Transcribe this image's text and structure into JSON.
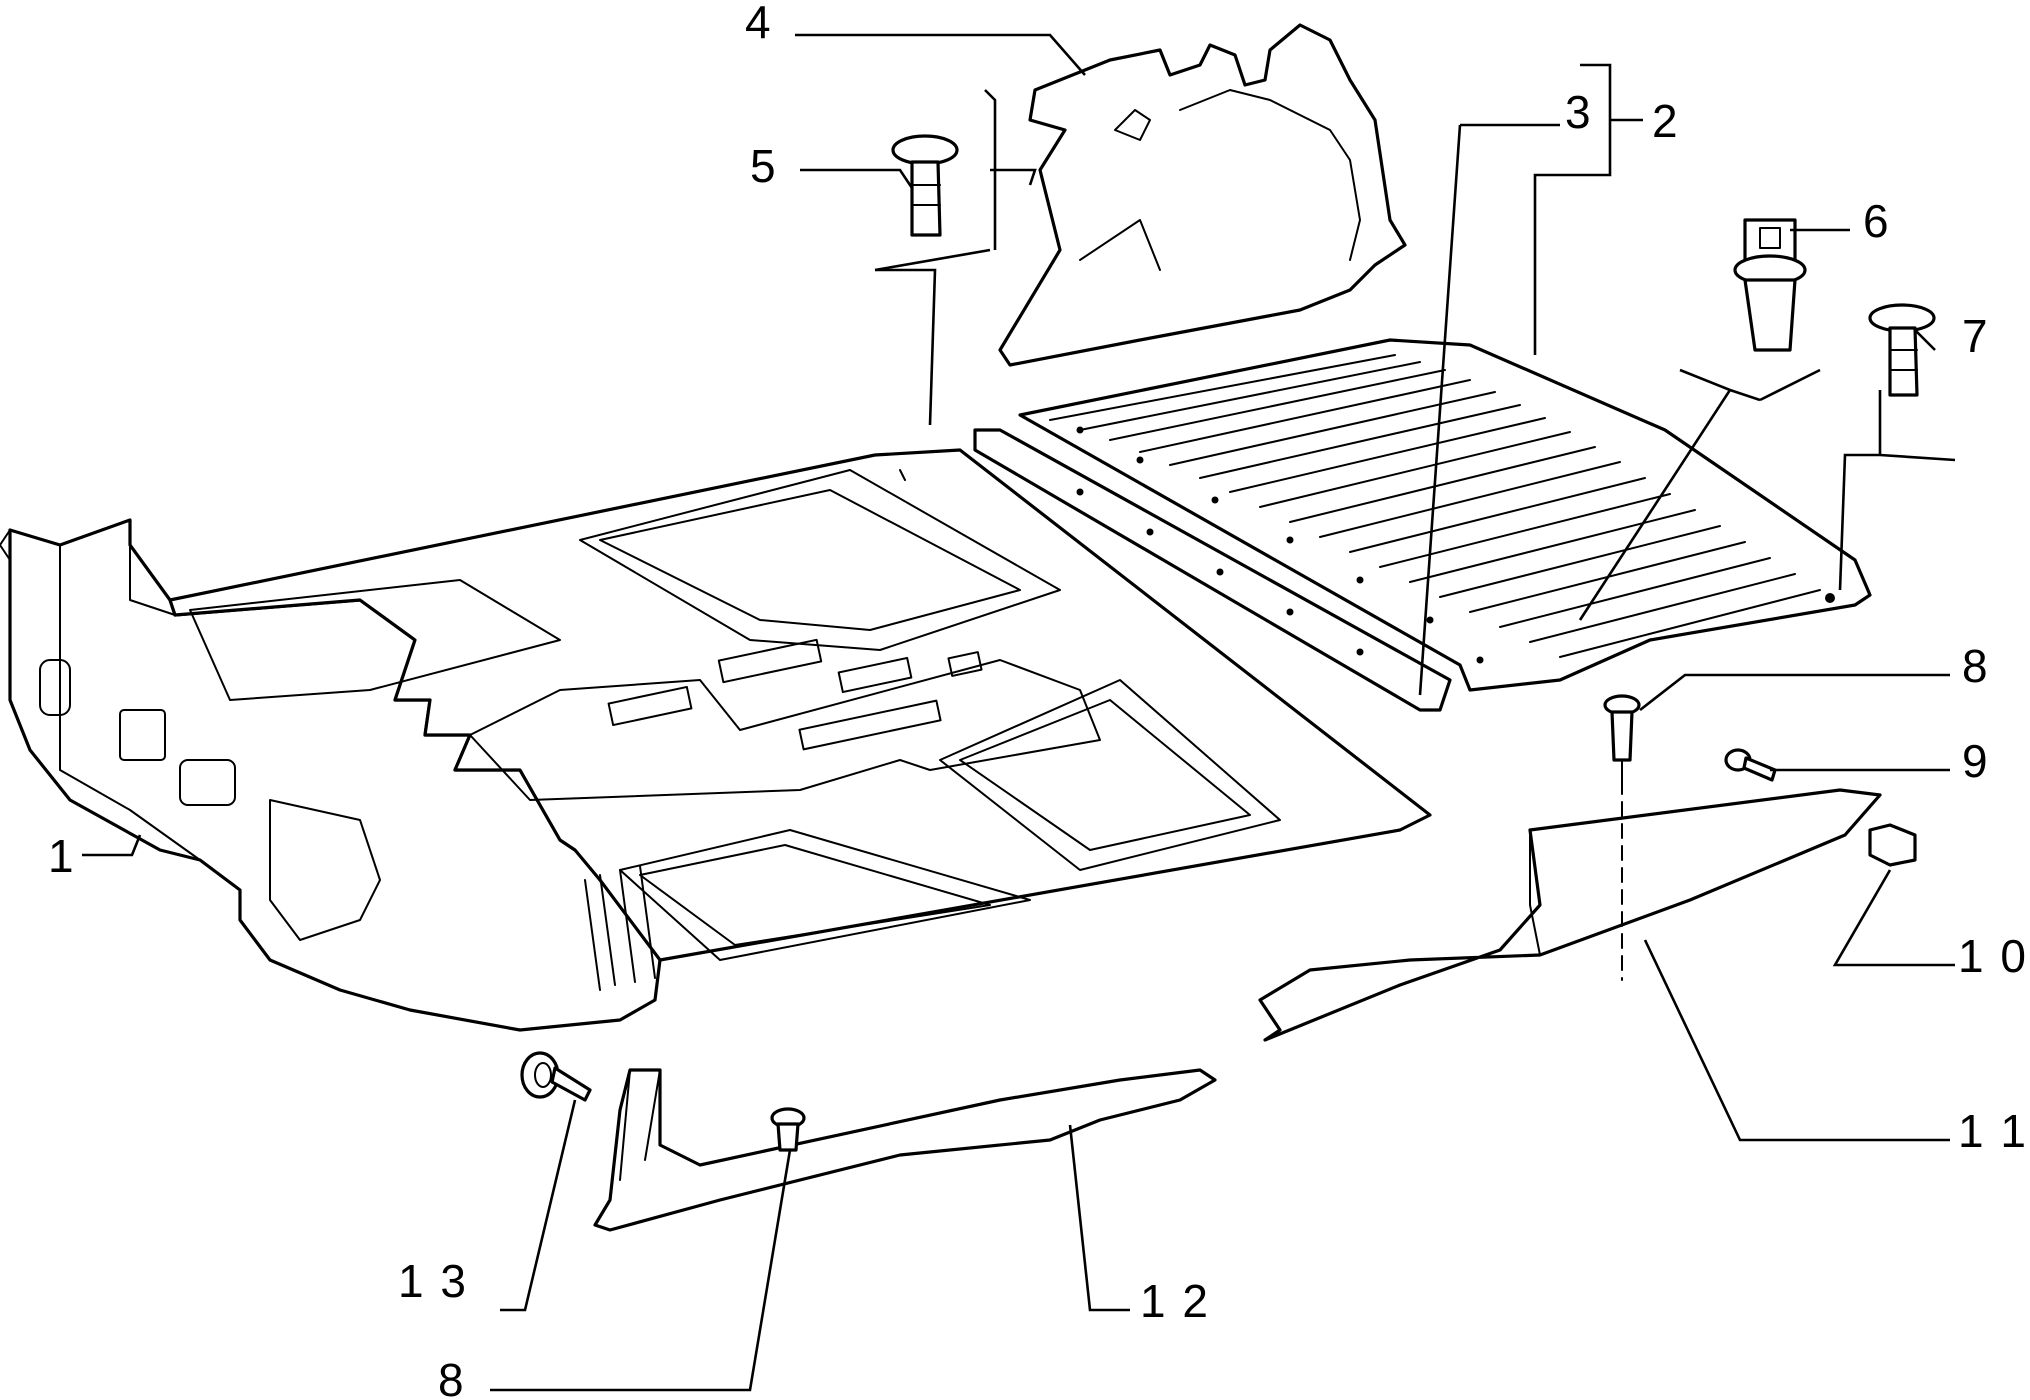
{
  "callouts": {
    "c1": "1",
    "c2": "2",
    "c3": "3",
    "c4": "4",
    "c5": "5",
    "c6": "6",
    "c7": "7",
    "c8a": "8",
    "c8b": "8",
    "c9": "9",
    "c10": "1 0",
    "c11": "1 1",
    "c12": "1 2",
    "c13": "1 3"
  }
}
